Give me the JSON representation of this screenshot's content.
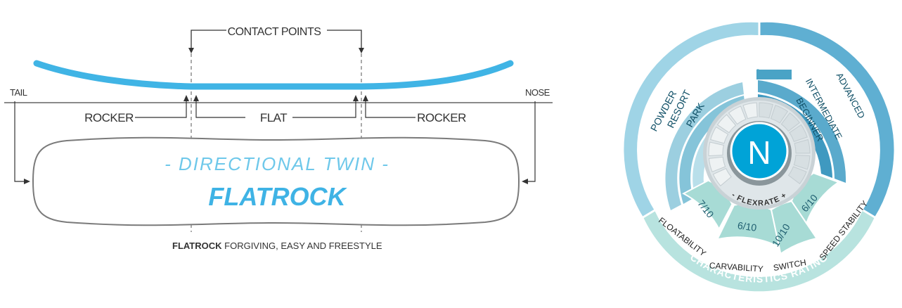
{
  "profile": {
    "contact_points": "CONTACT POINTS",
    "tail": "TAIL",
    "nose": "NOSE",
    "rocker_left": "ROCKER",
    "flat": "FLAT",
    "rocker_right": "ROCKER",
    "shape": "- DIRECTIONAL TWIN -",
    "model": "FLATROCK",
    "caption_bold": "FLATROCK",
    "caption_rest": " FORGIVING, EASY AND FREESTYLE"
  },
  "wheel": {
    "riding_style_title": "RIDING STYLE",
    "riding_level_title": "RIDING LEVEL",
    "characteristics_title": "CHARACTERISTICS RATING",
    "styles": [
      "POWDER",
      "RESORT",
      "PARK"
    ],
    "levels": [
      "ADVANCED",
      "INTERMEDIATE",
      "BEGINNER"
    ],
    "flexrate_label": "- FLEXRATE +",
    "flex_value": 0.5,
    "logo_letter": "N",
    "ratings": [
      {
        "label": "FLOATABILITY",
        "value": "7/10"
      },
      {
        "label": "CARVABILITY",
        "value": "6/10"
      },
      {
        "label": "SWITCH",
        "value": "10/10"
      },
      {
        "label": "SPEED STABILITY",
        "value": "6/10"
      }
    ],
    "colors": {
      "style": "#7fc2d8",
      "level": "#4aa3c6",
      "rating": "#a7dbd5",
      "accent": "#00a3d7"
    }
  }
}
